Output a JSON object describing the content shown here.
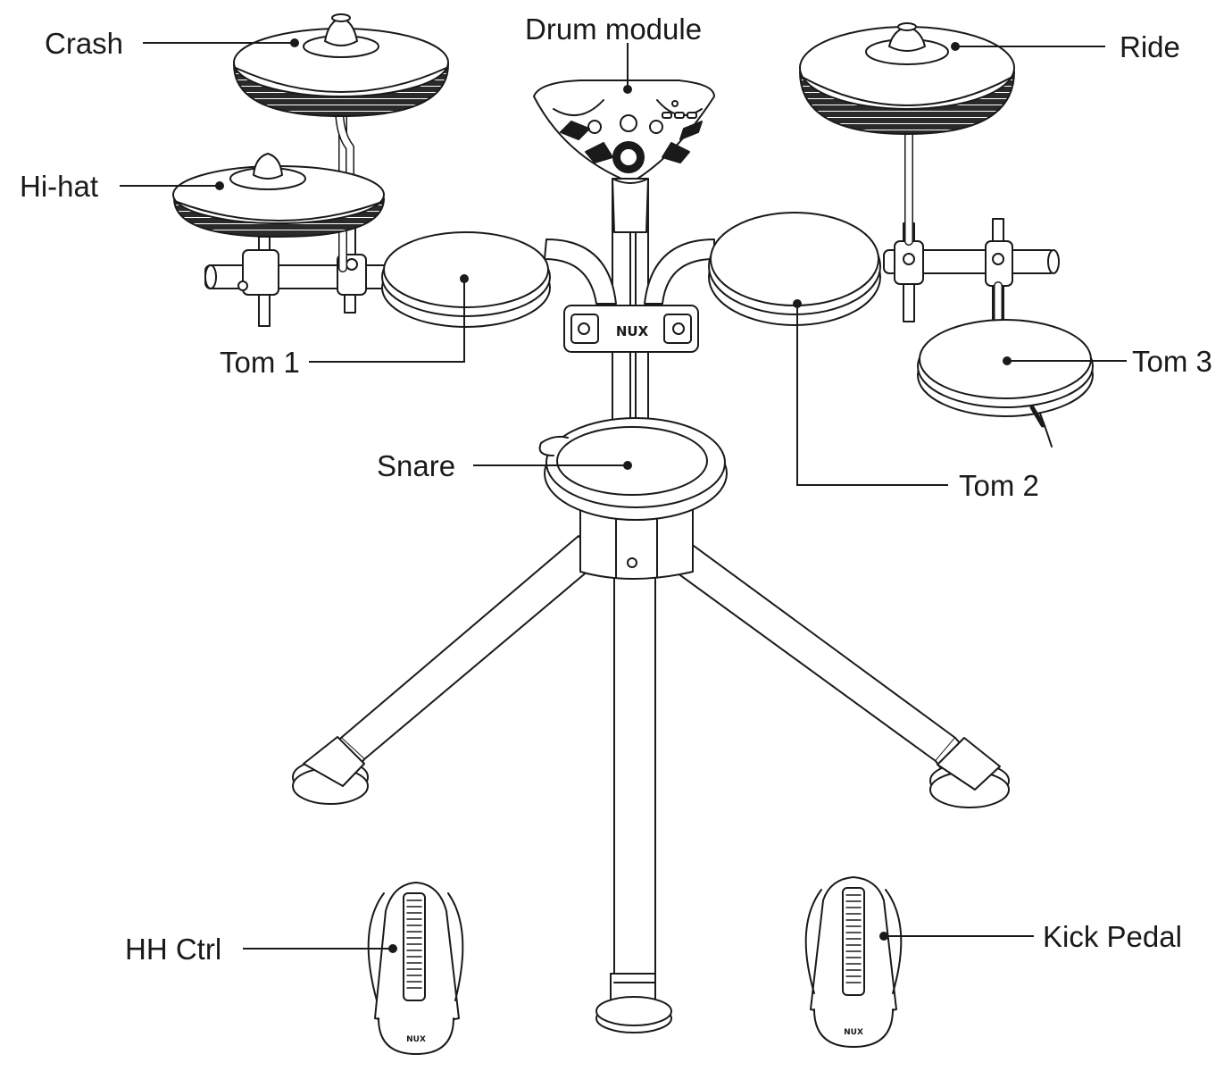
{
  "labels": {
    "crash": "Crash",
    "drum_module": "Drum module",
    "ride": "Ride",
    "hi_hat": "Hi-hat",
    "tom1": "Tom 1",
    "tom2": "Tom 2",
    "tom3": "Tom 3",
    "snare": "Snare",
    "hh_ctrl": "HH Ctrl",
    "kick_pedal": "Kick Pedal"
  },
  "branding": {
    "clamp_logo": "NUX",
    "pedal_logo": "NUX"
  },
  "colors": {
    "line": "#1a1a1a",
    "shade": "#2a2a2a",
    "fill": "#ffffff"
  }
}
